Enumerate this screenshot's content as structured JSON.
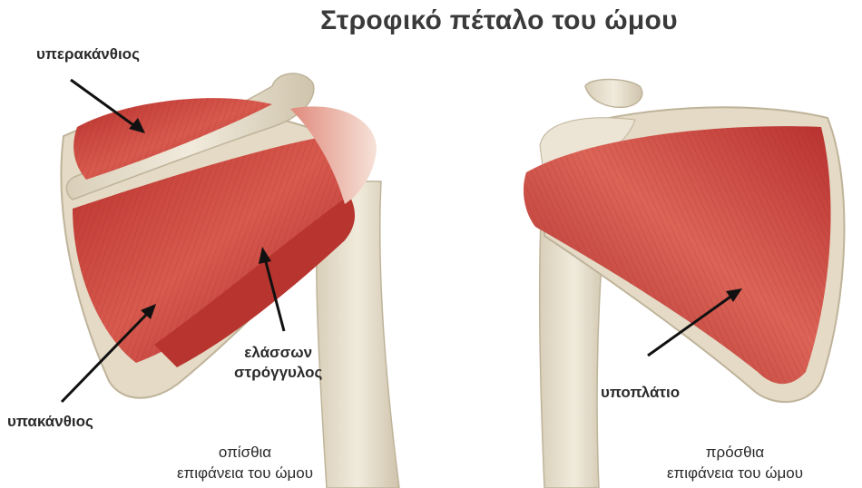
{
  "title": "Στροφικό πέταλο του ώμου",
  "labels": {
    "supraspinatus": "υπερακάνθιος",
    "infraspinatus": "υπακάνθιος",
    "teres_minor_line1": "ελάσσων",
    "teres_minor_line2": "στρόγγυλος",
    "subscapularis": "υποπλάτιο"
  },
  "captions": {
    "posterior_line1": "οπίσθια",
    "posterior_line2": "επιφάνεια του ώμου",
    "anterior_line1": "πρόσθια",
    "anterior_line2": "επιφάνεια του ώμου"
  },
  "colors": {
    "muscle": "#c8413a",
    "bone": "#e8dfcc",
    "tendon": "#f2d9cf"
  }
}
